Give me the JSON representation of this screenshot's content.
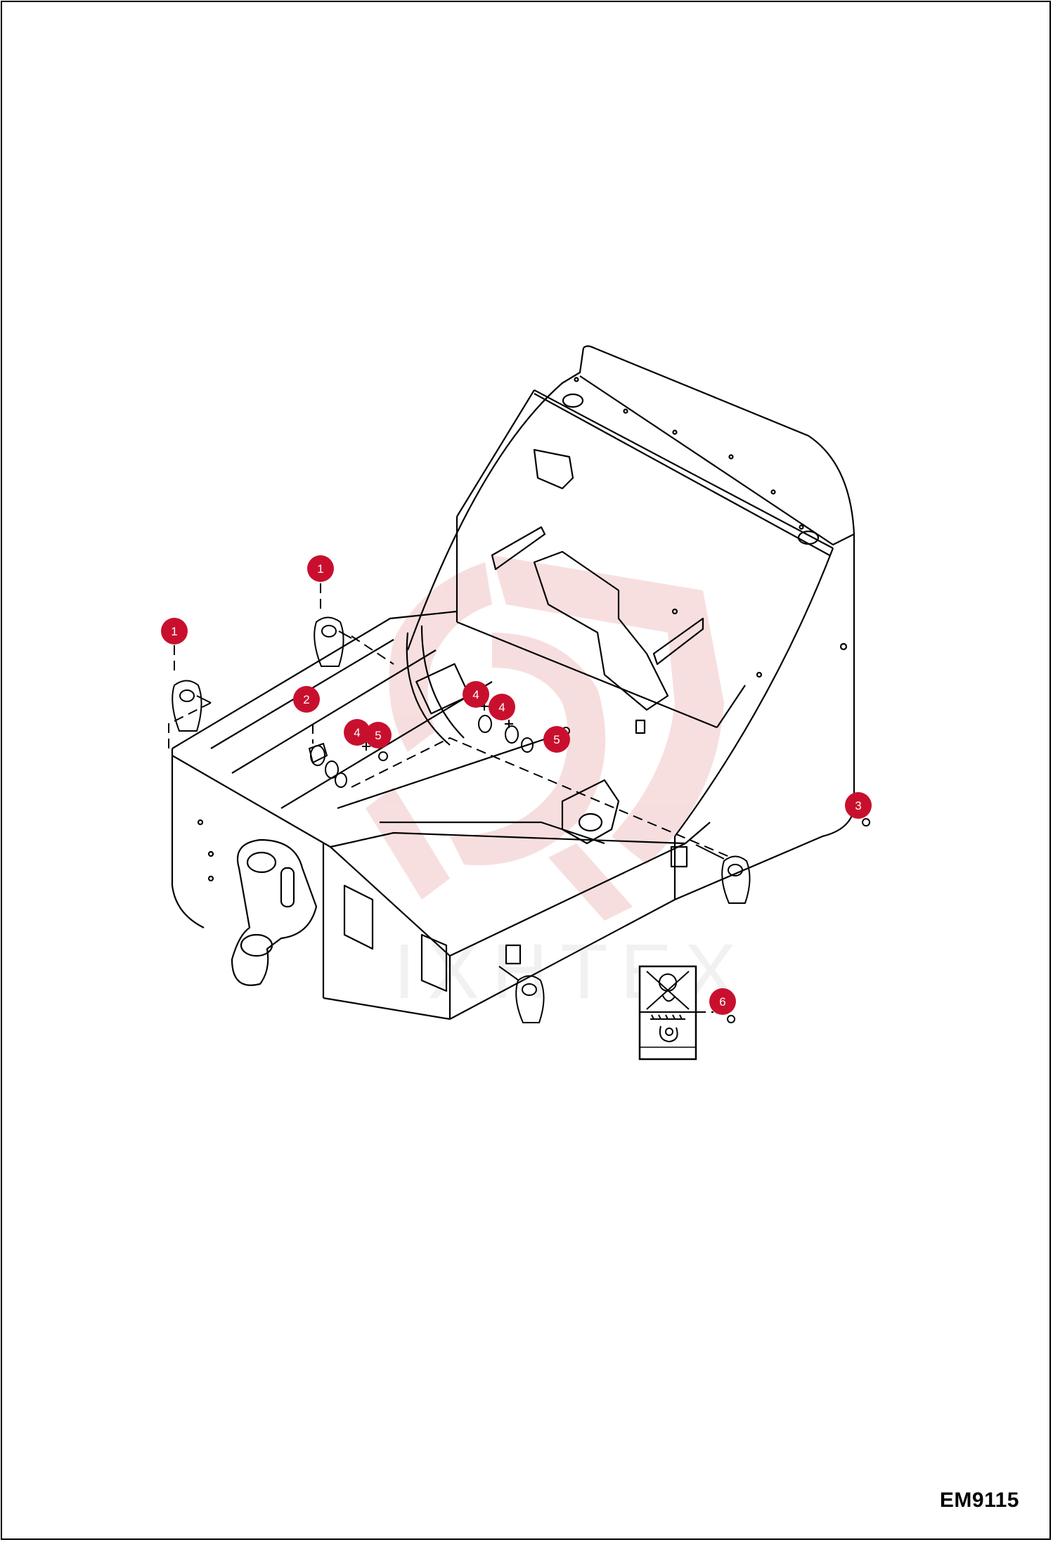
{
  "drawing_id": "EM9115",
  "callouts": [
    {
      "label": "1"
    },
    {
      "label": "1"
    },
    {
      "label": "2"
    },
    {
      "label": "3"
    },
    {
      "label": "4"
    },
    {
      "label": "4"
    },
    {
      "label": "4"
    },
    {
      "label": "5"
    },
    {
      "label": "5"
    },
    {
      "label": "6"
    }
  ],
  "colors": {
    "callout_fill": "#c8102e",
    "line": "#000000",
    "watermark": "#f2c4c4"
  }
}
